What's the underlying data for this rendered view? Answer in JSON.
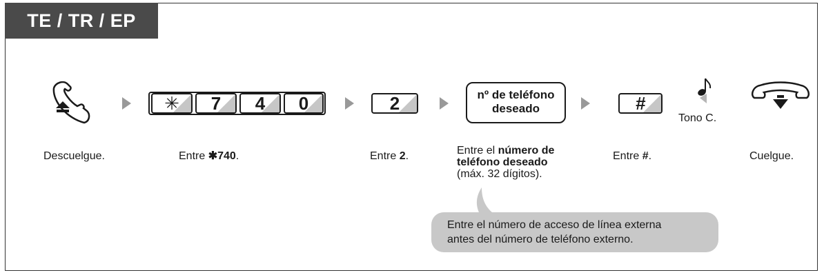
{
  "header": {
    "title": "TE / TR / EP"
  },
  "keys": {
    "star": "✳",
    "k7": "7",
    "k4": "4",
    "k0": "0",
    "k2": "2",
    "hash": "#"
  },
  "number_box": {
    "line1": "nº de teléfono",
    "line2": "deseado"
  },
  "tone": {
    "label": "Tono C."
  },
  "steps": [
    {
      "text": "Descuelgue."
    },
    {
      "prefix": "Entre ",
      "bold": "✱740",
      "suffix": "."
    },
    {
      "prefix": "Entre ",
      "bold": "2",
      "suffix": "."
    },
    {
      "prefix": "Entre el ",
      "bold": "número de teléfono deseado",
      "suffix": "(máx. 32 dígitos)."
    },
    {
      "prefix": "Entre ",
      "bold": "#",
      "suffix": "."
    },
    {
      "text": "Cuelgue."
    }
  ],
  "note": {
    "line1": "Entre el número de acceso de línea externa",
    "line2": "antes del número de teléfono externo."
  },
  "colors": {
    "header_bg": "#4a4a4a",
    "arrow": "#999999",
    "bubble": "#c8c8c8",
    "key_shade": "#c6c6c6"
  }
}
